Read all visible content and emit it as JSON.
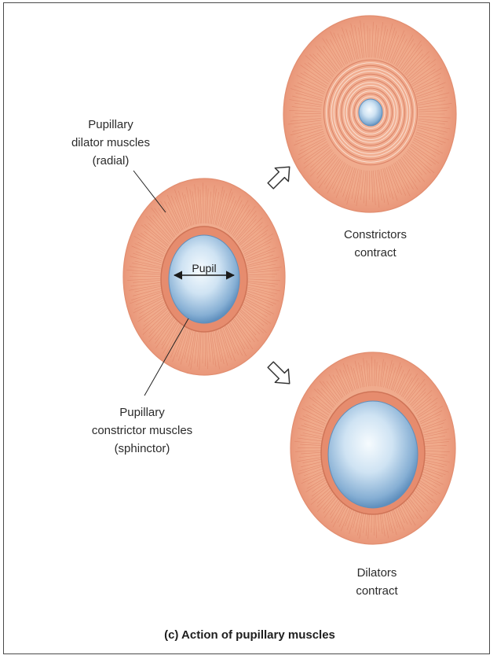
{
  "labels": {
    "dilator_line1": "Pupillary",
    "dilator_line2": "dilator muscles",
    "dilator_line3": "(radial)",
    "pupil": "Pupil",
    "constrictor_line1": "Pupillary",
    "constrictor_line2": "constrictor muscles",
    "constrictor_line3": "(sphinctor)",
    "constrictors_line1": "Constrictors",
    "constrictors_line2": "contract",
    "dilators_line1": "Dilators",
    "dilators_line2": "contract"
  },
  "caption": "(c) Action of pupillary muscles",
  "colors": {
    "iris": "#f0a98a",
    "iris_edge": "#e28e70",
    "fiber": "#d9755a",
    "sphincter_ring": "#d97a5e",
    "pupil_light": "#f4f9fd",
    "pupil_dark": "#6f9fcb"
  },
  "icons": [
    "hollow-arrow-up-right-icon",
    "hollow-arrow-down-right-icon"
  ]
}
